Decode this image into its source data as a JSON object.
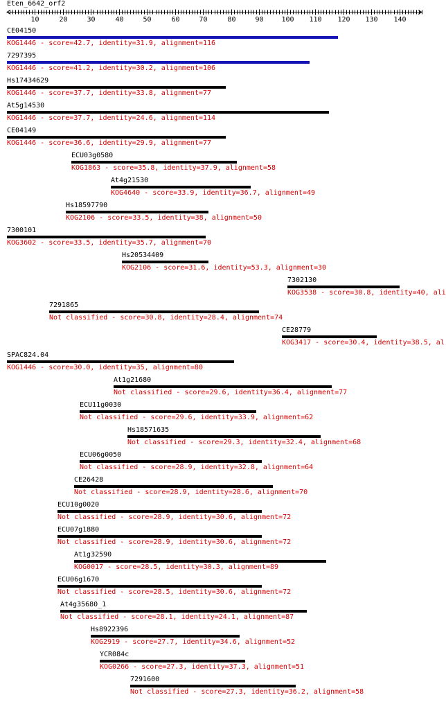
{
  "query": {
    "name": "Eten_6642_orf2"
  },
  "ruler": {
    "ticks": [
      10,
      20,
      30,
      40,
      50,
      60,
      70,
      80,
      90,
      100,
      110,
      120,
      130,
      140
    ],
    "max": 148
  },
  "colors": {
    "bar_default": "#000000",
    "bar_top": "#1414b4",
    "desc": "#d40000"
  },
  "hits": [
    {
      "id": "CE04150",
      "start": 1,
      "end": 118,
      "color": "blue",
      "desc": "KOG1446 - score=42.7, identity=31.9, alignment=116"
    },
    {
      "id": "7297395",
      "start": 1,
      "end": 108,
      "color": "blue",
      "desc": "KOG1446 - score=41.2, identity=30.2, alignment=106"
    },
    {
      "id": "Hs17434629",
      "start": 1,
      "end": 78,
      "color": "black",
      "desc": "KOG1446 - score=37.7, identity=33.8, alignment=77"
    },
    {
      "id": "At5g14530",
      "start": 1,
      "end": 115,
      "color": "black",
      "desc": "KOG1446 - score=37.7, identity=24.6, alignment=114"
    },
    {
      "id": "CE04149",
      "start": 1,
      "end": 78,
      "color": "black",
      "desc": "KOG1446 - score=36.6, identity=29.9, alignment=77"
    },
    {
      "id": "ECU03g0580",
      "start": 24,
      "end": 82,
      "color": "black",
      "desc": "KOG1863 - score=35.8, identity=37.9, alignment=58"
    },
    {
      "id": "At4g21530",
      "start": 38,
      "end": 87,
      "color": "black",
      "desc": "KOG4640 - score=33.9, identity=36.7, alignment=49"
    },
    {
      "id": "Hs18597790",
      "start": 22,
      "end": 72,
      "color": "black",
      "desc": "KOG2106 - score=33.5, identity=38, alignment=50"
    },
    {
      "id": "7300101",
      "start": 1,
      "end": 71,
      "color": "black",
      "desc": "KOG3602 - score=33.5, identity=35.7, alignment=70"
    },
    {
      "id": "Hs20534409",
      "start": 42,
      "end": 72,
      "color": "black",
      "desc": "KOG2106 - score=31.6, identity=53.3, alignment=30"
    },
    {
      "id": "7302130",
      "start": 101,
      "end": 140,
      "color": "black",
      "desc": "KOG3538 - score=30.8, identity=40, ali"
    },
    {
      "id": "7291865",
      "start": 16,
      "end": 90,
      "color": "black",
      "desc": "Not classified - score=30.8, identity=28.4, alignment=74"
    },
    {
      "id": "CE28779",
      "start": 99,
      "end": 132,
      "color": "black",
      "desc": "KOG3417 - score=30.4, identity=38.5, al"
    },
    {
      "id": "SPAC824.04",
      "start": 1,
      "end": 81,
      "color": "black",
      "desc": "KOG1446 - score=30.0, identity=35, alignment=80"
    },
    {
      "id": "At1g21680",
      "start": 39,
      "end": 116,
      "color": "black",
      "desc": "Not classified - score=29.6, identity=36.4, alignment=77"
    },
    {
      "id": "ECU11g0030",
      "start": 27,
      "end": 89,
      "color": "black",
      "desc": "Not classified - score=29.6, identity=33.9, alignment=62"
    },
    {
      "id": "Hs18571635",
      "start": 44,
      "end": 112,
      "color": "black",
      "desc": "Not classified - score=29.3, identity=32.4, alignment=68"
    },
    {
      "id": "ECU06g0050",
      "start": 27,
      "end": 91,
      "color": "black",
      "desc": "Not classified - score=28.9, identity=32.8, alignment=64"
    },
    {
      "id": "CE26428",
      "start": 25,
      "end": 95,
      "color": "black",
      "desc": "Not classified - score=28.9, identity=28.6, alignment=70"
    },
    {
      "id": "ECU10g0020",
      "start": 19,
      "end": 91,
      "color": "black",
      "desc": "Not classified - score=28.9, identity=30.6, alignment=72"
    },
    {
      "id": "ECU07g1880",
      "start": 19,
      "end": 91,
      "color": "black",
      "desc": "Not classified - score=28.9, identity=30.6, alignment=72"
    },
    {
      "id": "At1g32590",
      "start": 25,
      "end": 114,
      "color": "black",
      "desc": "KOG0017 - score=28.5, identity=30.3, alignment=89"
    },
    {
      "id": "ECU06g1670",
      "start": 19,
      "end": 91,
      "color": "black",
      "desc": "Not classified - score=28.5, identity=30.6, alignment=72"
    },
    {
      "id": "At4g35680_1",
      "start": 20,
      "end": 107,
      "color": "black",
      "desc": "Not classified - score=28.1, identity=24.1, alignment=87"
    },
    {
      "id": "Hs8922396",
      "start": 31,
      "end": 83,
      "color": "black",
      "desc": "KOG2919 - score=27.7, identity=34.6, alignment=52"
    },
    {
      "id": "YCR084c",
      "start": 34,
      "end": 85,
      "color": "black",
      "desc": "KOG0266 - score=27.3, identity=37.3, alignment=51"
    },
    {
      "id": "7291600",
      "start": 45,
      "end": 103,
      "color": "black",
      "desc": "Not classified - score=27.3, identity=36.2, alignment=58"
    }
  ]
}
